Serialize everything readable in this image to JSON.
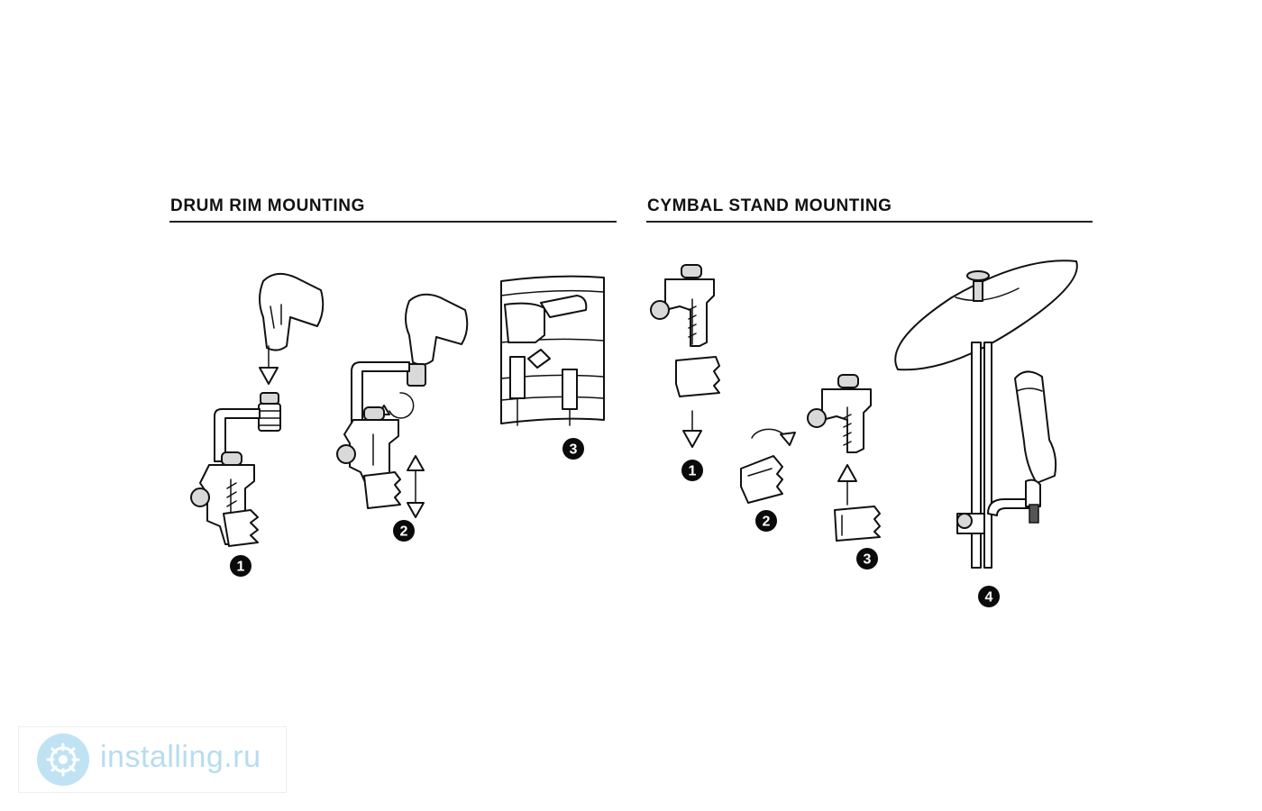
{
  "sections": {
    "left": {
      "title": "DRUM RIM MOUNTING",
      "steps": [
        "1",
        "2",
        "3"
      ]
    },
    "right": {
      "title": "CYMBAL STAND MOUNTING",
      "steps": [
        "1",
        "2",
        "3",
        "4"
      ]
    }
  },
  "watermark": {
    "text": "installing.ru",
    "logo": "globe-gear-logo-icon"
  },
  "colors": {
    "ink": "#111111",
    "watermark": "#b7dcef"
  }
}
